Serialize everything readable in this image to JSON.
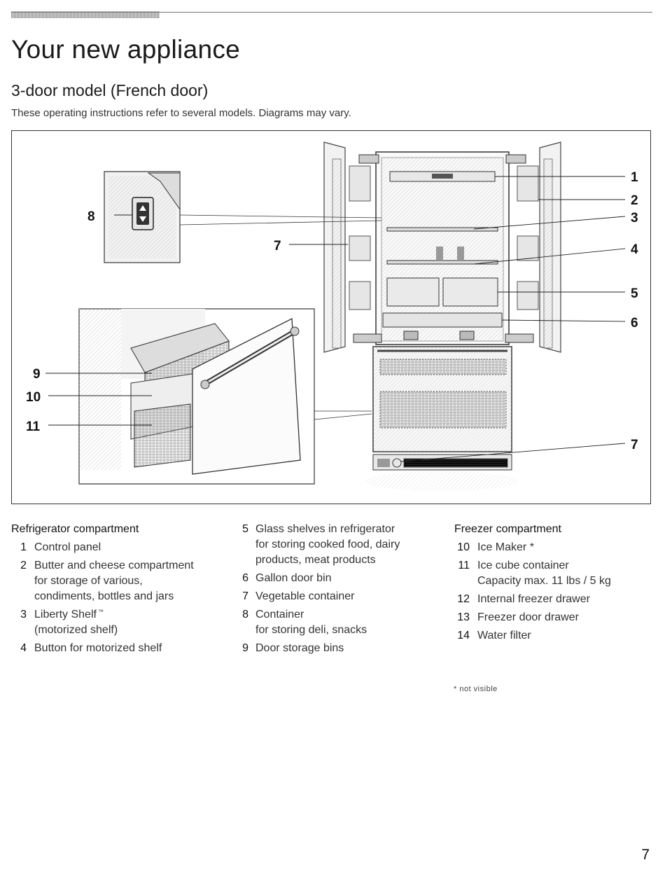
{
  "page": {
    "title": "Your new appliance",
    "subtitle": "3-door model (French door)",
    "intro": "These operating instructions refer to several models. Diagrams may vary.",
    "page_number": "7",
    "footnote": "* not visible"
  },
  "figure": {
    "callouts": {
      "c1": "1",
      "c2": "2",
      "c3": "3",
      "c4": "4",
      "c5": "5",
      "c6": "6",
      "c7r": "7",
      "c7l": "7",
      "c8": "8",
      "c9": "9",
      "c10": "10",
      "c11": "11"
    }
  },
  "refrigerator": {
    "heading": "Refrigerator compartment",
    "items": [
      {
        "num": "1",
        "text": "Control panel"
      },
      {
        "num": "2",
        "text": "Butter and cheese compartment",
        "sub": "for storage of various,",
        "sub2": "condiments,  bottles and jars"
      },
      {
        "num": "3",
        "text": "Liberty Shelf",
        "tm": "™",
        "sub": "(motorized shelf)"
      },
      {
        "num": "4",
        "text": "Button for motorized shelf"
      }
    ]
  },
  "middle": {
    "items": [
      {
        "num": "5",
        "text": "Glass shelves in refrigerator",
        "sub": "for storing cooked food, dairy",
        "sub2": "products, meat products"
      },
      {
        "num": "6",
        "text": "Gallon door bin"
      },
      {
        "num": "7",
        "text": "Vegetable container"
      },
      {
        "num": "8",
        "text": "Container",
        "sub": "for storing deli, snacks"
      },
      {
        "num": "9",
        "text": "Door storage bins"
      }
    ]
  },
  "freezer": {
    "heading": "Freezer compartment",
    "items": [
      {
        "num": "10",
        "text": "Ice Maker *"
      },
      {
        "num": "11",
        "text": "Ice cube container",
        "sub": "Capacity max. 11 lbs / 5 kg"
      },
      {
        "num": "12",
        "text": "Internal freezer drawer"
      },
      {
        "num": "13",
        "text": "Freezer door drawer"
      },
      {
        "num": "14",
        "text": "Water filter"
      }
    ]
  }
}
